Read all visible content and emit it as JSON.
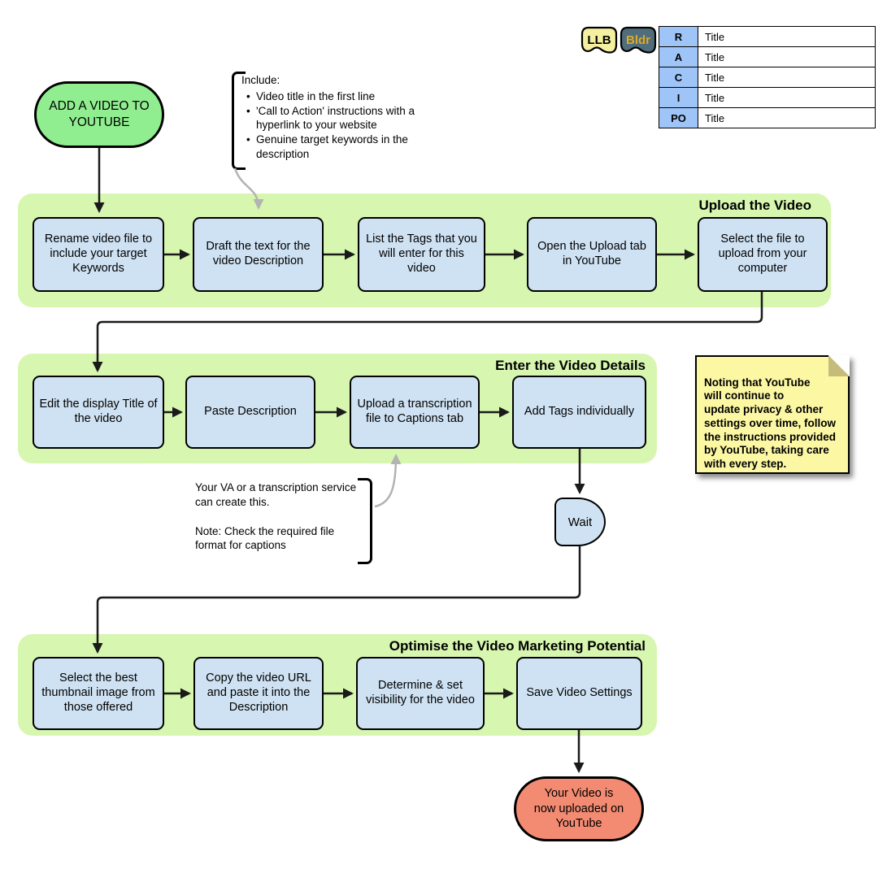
{
  "start": {
    "label": "ADD A VIDEO TO\nYOUTUBE"
  },
  "end": {
    "label": "Your Video is\nnow uploaded on\nYouTube"
  },
  "wait": {
    "label": "Wait"
  },
  "tags": {
    "llb": "LLB",
    "bldr": "Bldr"
  },
  "raci": {
    "rows": [
      {
        "key": "R",
        "value": "Title"
      },
      {
        "key": "A",
        "value": "Title"
      },
      {
        "key": "C",
        "value": "Title"
      },
      {
        "key": "I",
        "value": "Title"
      },
      {
        "key": "PO",
        "value": "Title"
      }
    ]
  },
  "callouts": {
    "include": {
      "title": "Include:",
      "bullets": [
        "Video title in the first line",
        "'Call to Action' instructions with a hyperlink to your website",
        "Genuine target keywords in the description"
      ]
    },
    "transcription": {
      "line1": "Your VA or a transcription service can create this.",
      "line2": "Note: Check the required file format for captions"
    }
  },
  "note": {
    "text": "Noting that YouTube\nwill continue to\nupdate privacy & other settings over time, follow the instructions provided by YouTube, taking care with every step."
  },
  "bands": [
    {
      "title": "Upload the Video",
      "boxes": [
        "Rename video file to include your target Keywords",
        "Draft the text for the video Description",
        "List the Tags that you will enter for this video",
        "Open the Upload tab in YouTube",
        "Select the file to upload from your computer"
      ]
    },
    {
      "title": "Enter the Video Details",
      "boxes": [
        "Edit the display Title of the video",
        "Paste Description",
        "Upload a transcription file to Captions tab",
        "Add Tags individually"
      ]
    },
    {
      "title": "Optimise the Video Marketing Potential",
      "boxes": [
        "Select the best thumbnail image from those offered",
        "Copy the video URL and paste it into the Description",
        "Determine & set visibility for the video",
        "Save Video Settings"
      ]
    }
  ],
  "colors": {
    "band_bg": "#d7f6b0",
    "box_bg": "#cfe2f3",
    "start_bg": "#90ee90",
    "end_bg": "#f28b72",
    "note_bg": "#fcf7a3",
    "note_fold": "#c5bc7c",
    "tag_llb_bg": "#f4f09f",
    "tag_bldr_bg": "#4f6d7b",
    "tag_bldr_text": "#dfa927",
    "table_key_bg": "#9fc5f8",
    "connector_black": "#1a1a1a",
    "connector_gray": "#b3b3b3"
  }
}
